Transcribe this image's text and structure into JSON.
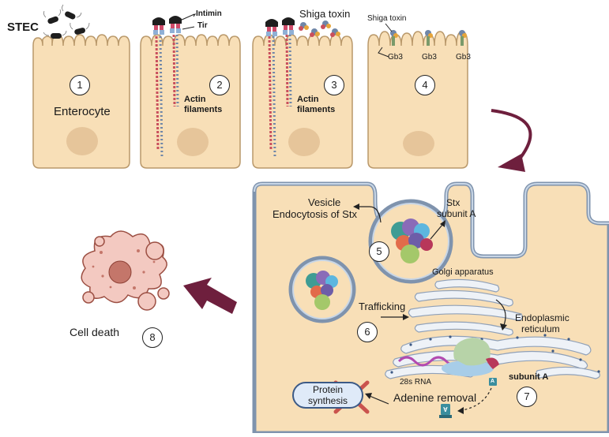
{
  "labels": {
    "stec": "STEC",
    "enterocyte": "Enterocyte",
    "intimin": "Intimin",
    "tir": "Tir",
    "actin_filaments_line1": "Actin",
    "actin_filaments_line2": "filaments",
    "shiga_toxin": "Shiga toxin",
    "shiga_toxin_small": "Shiga toxin",
    "gb3": "Gb3",
    "vesicle_line1": "Vesicle",
    "vesicle_line2": "Endocytosis of Stx",
    "stx_subunit_line1": "Stx",
    "stx_subunit_line2": "subunit A",
    "golgi": "Golgi apparatus",
    "trafficking": "Trafficking",
    "er_line1": "Endoplasmic",
    "er_line2": "reticulum",
    "rna": "28s RNA",
    "subunit_a": "subunit A",
    "adenine_removal": "Adenine removal",
    "protein_synthesis_line1": "Protein",
    "protein_synthesis_line2": "synthesis",
    "cell_death": "Cell death",
    "ribosome_a_mark": "A"
  },
  "steps": [
    "1",
    "2",
    "3",
    "4",
    "5",
    "6",
    "7",
    "8"
  ],
  "colors": {
    "cell_fill": "#f8dfb7",
    "cell_stroke": "#b9986a",
    "nucleus": "#e6c59a",
    "membrane": "#7f93ad",
    "membrane_inner": "#c8d6e6",
    "arrow_maroon": "#6e1f3d",
    "actin_red": "#c94f5c",
    "actin_blue": "#6f86a8",
    "er_fill": "#eef2f7",
    "death_fill": "#f3c9c1",
    "death_stroke": "#9c4f43",
    "cross_red": "#c23b3b",
    "rna_purple": "#b24ab0"
  }
}
